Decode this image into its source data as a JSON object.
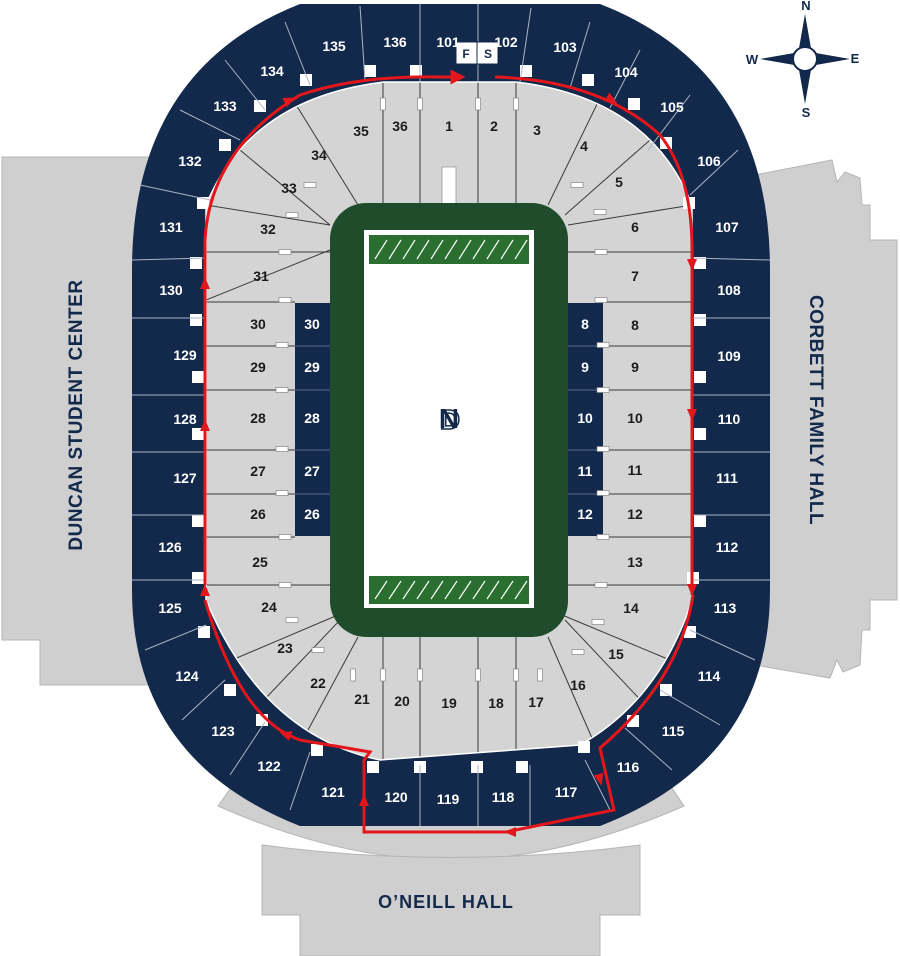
{
  "buildings": {
    "left": "DUNCAN STUDENT CENTER",
    "right": "CORBETT FAMILY HALL",
    "bottom": "O’NEILL HALL"
  },
  "compass": {
    "north": "N",
    "south": "S",
    "east": "E",
    "west": "W"
  },
  "press_box": {
    "left": "F",
    "right": "S"
  },
  "upper_sections": [
    {
      "label": "101"
    },
    {
      "label": "102"
    },
    {
      "label": "103"
    },
    {
      "label": "104"
    },
    {
      "label": "105"
    },
    {
      "label": "106"
    },
    {
      "label": "107"
    },
    {
      "label": "108"
    },
    {
      "label": "109"
    },
    {
      "label": "110"
    },
    {
      "label": "111"
    },
    {
      "label": "112"
    },
    {
      "label": "113"
    },
    {
      "label": "114"
    },
    {
      "label": "115"
    },
    {
      "label": "116"
    },
    {
      "label": "117"
    },
    {
      "label": "118"
    },
    {
      "label": "119"
    },
    {
      "label": "120"
    },
    {
      "label": "121"
    },
    {
      "label": "122"
    },
    {
      "label": "123"
    },
    {
      "label": "124"
    },
    {
      "label": "125"
    },
    {
      "label": "126"
    },
    {
      "label": "127"
    },
    {
      "label": "128"
    },
    {
      "label": "129"
    },
    {
      "label": "130"
    },
    {
      "label": "131"
    },
    {
      "label": "132"
    },
    {
      "label": "133"
    },
    {
      "label": "134"
    },
    {
      "label": "135"
    },
    {
      "label": "136"
    }
  ],
  "lower_sections": [
    {
      "label": "1"
    },
    {
      "label": "2"
    },
    {
      "label": "3"
    },
    {
      "label": "4"
    },
    {
      "label": "5"
    },
    {
      "label": "6"
    },
    {
      "label": "7"
    },
    {
      "label": "8"
    },
    {
      "label": "9"
    },
    {
      "label": "10"
    },
    {
      "label": "11"
    },
    {
      "label": "12"
    },
    {
      "label": "13"
    },
    {
      "label": "14"
    },
    {
      "label": "15"
    },
    {
      "label": "16"
    },
    {
      "label": "17"
    },
    {
      "label": "18"
    },
    {
      "label": "19"
    },
    {
      "label": "20"
    },
    {
      "label": "21"
    },
    {
      "label": "22"
    },
    {
      "label": "23"
    },
    {
      "label": "24"
    },
    {
      "label": "25"
    },
    {
      "label": "26"
    },
    {
      "label": "27"
    },
    {
      "label": "28"
    },
    {
      "label": "29"
    },
    {
      "label": "30"
    },
    {
      "label": "31"
    },
    {
      "label": "32"
    },
    {
      "label": "33"
    },
    {
      "label": "34"
    },
    {
      "label": "35"
    },
    {
      "label": "36"
    }
  ],
  "field_side_sections": {
    "west": [
      "30",
      "29",
      "28",
      "27",
      "26"
    ],
    "east": [
      "8",
      "9",
      "10",
      "11",
      "12"
    ]
  },
  "colors": {
    "upper_deck": "#13294b",
    "lower_bowl": "#d4d4d4",
    "buildings": "#cfcfcf",
    "field_surround": "#1f4d2c",
    "turf_dark": "#2a6f2f",
    "turf_light": "#3c8d3a",
    "route": "#e3161b",
    "logo": "#13294b"
  }
}
